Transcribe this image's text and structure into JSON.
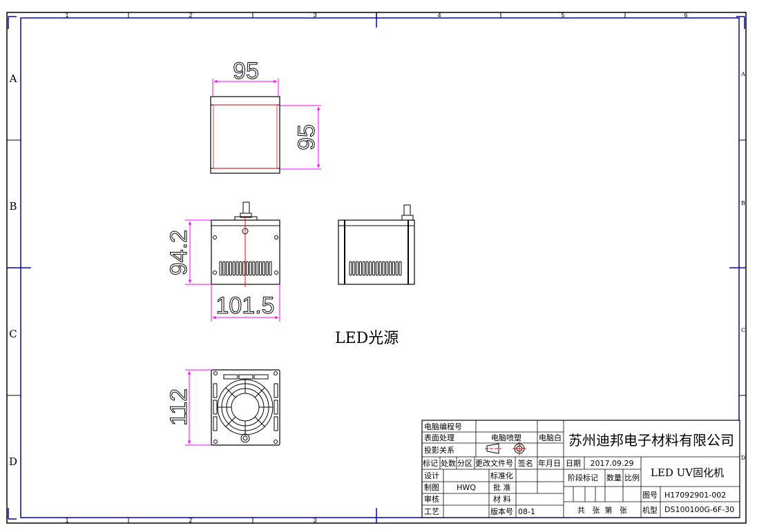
{
  "frame": {
    "columns": [
      "1",
      "2",
      "3",
      "4",
      "5",
      "6"
    ],
    "bottom_columns": [
      "1",
      "2",
      "3"
    ],
    "rows": [
      "A",
      "B",
      "C",
      "D"
    ]
  },
  "views": {
    "top_width": "95",
    "top_height": "95",
    "front_height": "94.2",
    "front_width": "101.5",
    "bottom_height": "112",
    "label": "LED光源"
  },
  "title_block": {
    "computer_program_no_label": "电脑编程号",
    "surface_treatment_label": "表面处理",
    "surface_treatment_value": "电脑喷塑",
    "color_value": "电脑白",
    "projection_label": "投影关系",
    "company": "苏州迪邦电子材料有限公司",
    "rev_headers": [
      "标记",
      "处数",
      "分区",
      "更改文件号",
      "签名",
      "年月日"
    ],
    "date_label": "日期",
    "date_value": "2017.09.29",
    "product_name": "LED UV固化机",
    "design_label": "设计",
    "standardization_label": "标准化",
    "drawing_label": "制图",
    "drawer_value": "HWQ",
    "approve_label": "批 准",
    "review_label": "审核",
    "material_label": "材 料",
    "process_label": "工艺",
    "version_label": "版本号",
    "version_value": "08-1",
    "stage_label": "阶段标记",
    "quantity_label": "数量",
    "scale_label": "比例",
    "sheets_text": "共   张  第   张",
    "drawing_no_label": "图号",
    "drawing_no_value": "H17092901-002",
    "model_label": "机型",
    "model_value": "DS100100G-6F-30"
  },
  "colors": {
    "frame": "#0000cc",
    "dimension": "#ff00ff",
    "centerline": "#ff0000"
  }
}
